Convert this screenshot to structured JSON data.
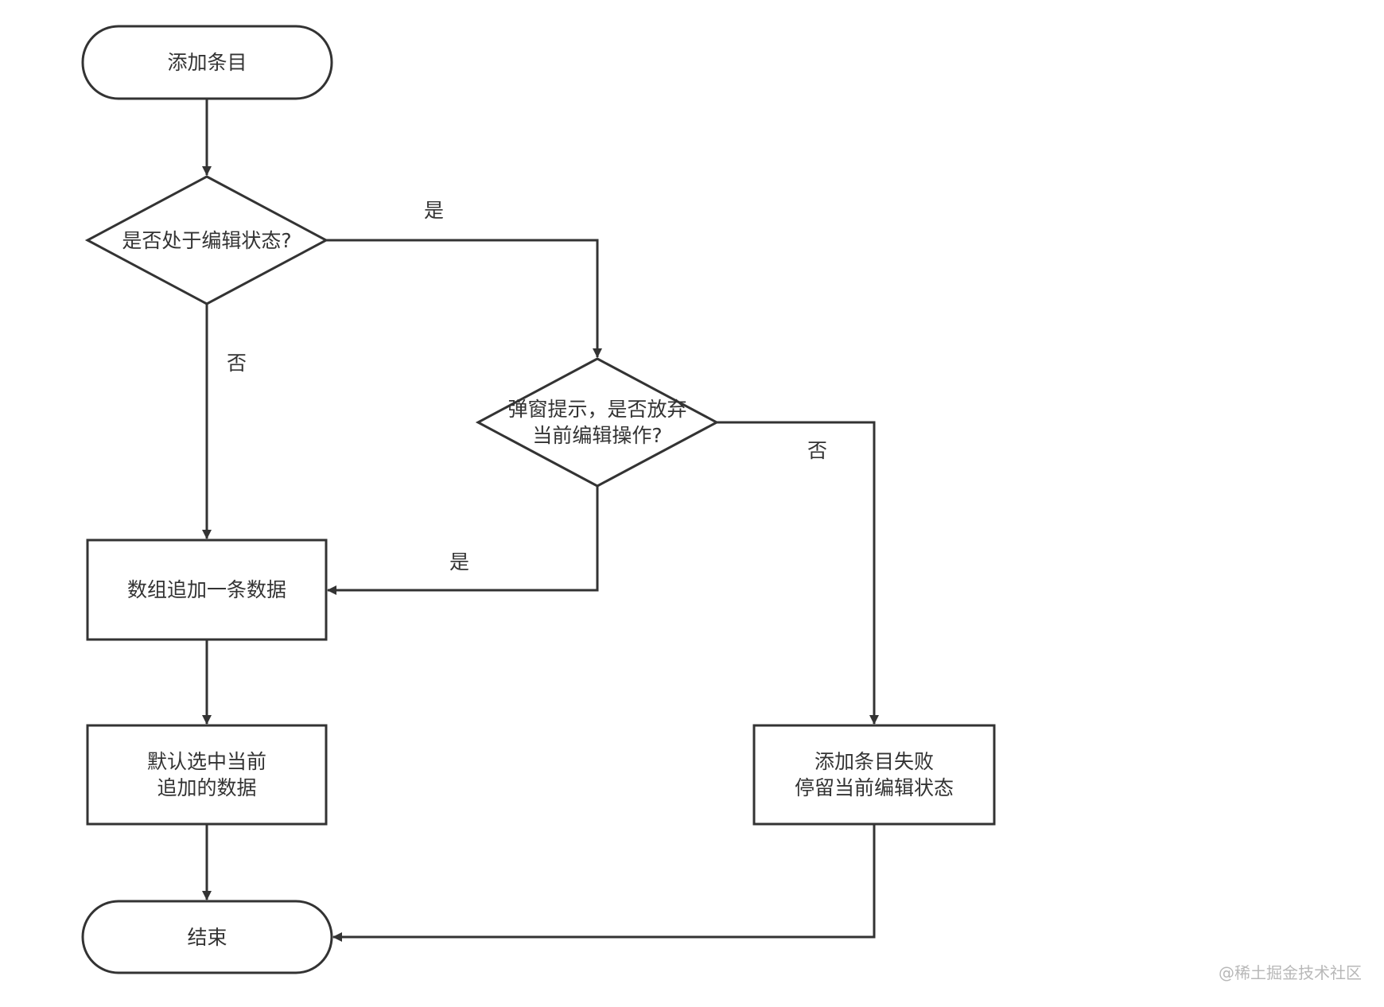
{
  "diagram": {
    "type": "flowchart",
    "nodes": {
      "start": {
        "shape": "terminator",
        "label": "添加条目"
      },
      "check_editing": {
        "shape": "decision",
        "label": "是否处于编辑状态?"
      },
      "confirm_discard": {
        "shape": "decision",
        "line1": "弹窗提示，是否放弃",
        "line2": "当前编辑操作?"
      },
      "append_row": {
        "shape": "process",
        "label": "数组追加一条数据"
      },
      "select_row": {
        "shape": "process",
        "line1": "默认选中当前",
        "line2": "追加的数据"
      },
      "add_failed": {
        "shape": "process",
        "line1": "添加条目失败",
        "line2": "停留当前编辑状态"
      },
      "end": {
        "shape": "terminator",
        "label": "结束"
      }
    },
    "edges": [
      {
        "from": "start",
        "to": "check_editing",
        "label": ""
      },
      {
        "from": "check_editing",
        "to": "confirm_discard",
        "label": "是"
      },
      {
        "from": "check_editing",
        "to": "append_row",
        "label": "否"
      },
      {
        "from": "confirm_discard",
        "to": "append_row",
        "label": "是"
      },
      {
        "from": "confirm_discard",
        "to": "add_failed",
        "label": "否"
      },
      {
        "from": "append_row",
        "to": "select_row",
        "label": ""
      },
      {
        "from": "select_row",
        "to": "end",
        "label": ""
      },
      {
        "from": "add_failed",
        "to": "end",
        "label": ""
      }
    ],
    "colors": {
      "stroke": "#333333",
      "fill": "#ffffff",
      "text": "#333333"
    }
  },
  "watermark": "@稀土掘金技术社区"
}
